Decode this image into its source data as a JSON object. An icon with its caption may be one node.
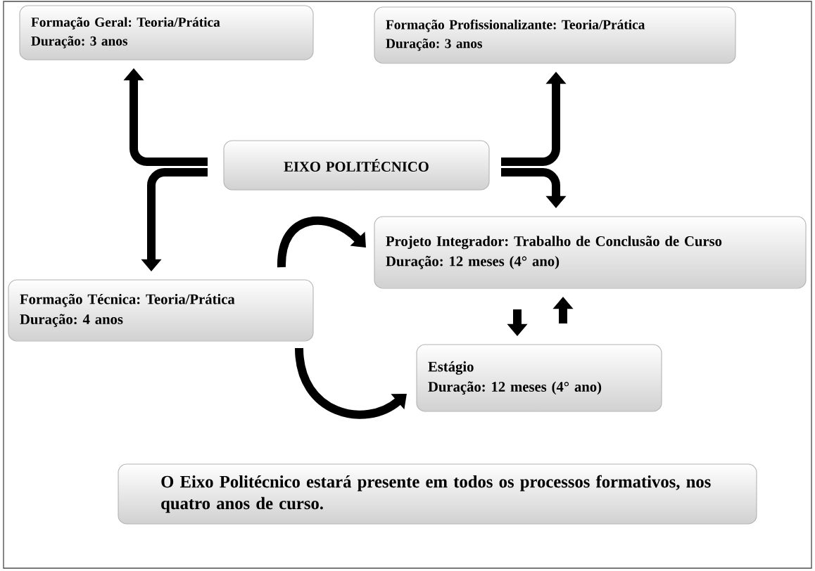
{
  "diagram": {
    "nodes": [
      {
        "text": [
          "Formação Geral: Teoria/Prática",
          "Duração: 3 anos"
        ]
      },
      {
        "text": [
          "Formação Profissionalizante: Teoria/Prática",
          "Duração: 3 anos"
        ]
      },
      {
        "text": [
          "EIXO POLITÉCNICO"
        ]
      },
      {
        "text": [
          "Projeto Integrador: Trabalho de Conclusão de Curso",
          "Duração: 12 meses (4° ano)"
        ]
      },
      {
        "text": [
          "Formação Técnica: Teoria/Prática",
          "Duração: 4 anos"
        ]
      },
      {
        "text": [
          "Estágio",
          "Duração: 12 meses (4° ano)"
        ]
      },
      {
        "text": [
          "O Eixo Politécnico estará presente em todos os processos formativos, nos quatro anos de curso."
        ]
      }
    ],
    "edges": [
      {
        "from": 2,
        "to": 0,
        "arrow": "to"
      },
      {
        "from": 2,
        "to": 4,
        "arrow": "to"
      },
      {
        "from": 2,
        "to": 1,
        "arrow": "to"
      },
      {
        "from": 2,
        "to": 3,
        "arrow": "to"
      },
      {
        "from": 4,
        "to": 3,
        "arrow": "to"
      },
      {
        "from": 4,
        "to": 5,
        "arrow": "to"
      },
      {
        "from": 3,
        "to": 5,
        "arrow": "to"
      },
      {
        "from": 5,
        "to": 3,
        "arrow": "to"
      }
    ]
  }
}
